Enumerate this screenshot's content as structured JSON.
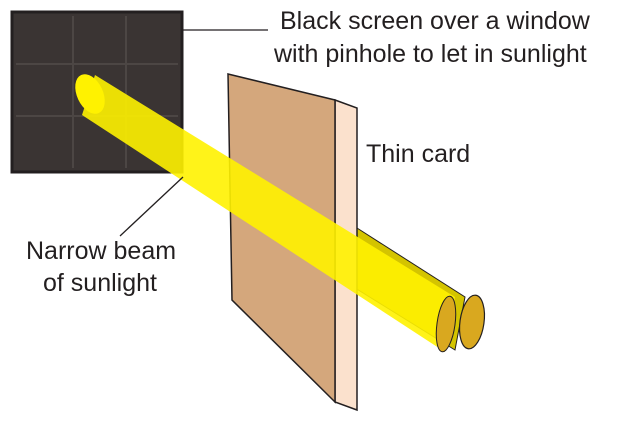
{
  "labels": {
    "screen_line1": "Black screen over a window",
    "screen_line2": "with pinhole to let in sunlight",
    "card": "Thin card",
    "beam_line1": "Narrow beam",
    "beam_line2": "of sunlight"
  },
  "colors": {
    "screen": "#3a3433",
    "screen_grid": "#4c4644",
    "card_face": "#d4a77c",
    "card_edge": "#fbe1cd",
    "beam": "#fff200",
    "beam_shadow": "#d4c400",
    "beam_cut": "#d9a81f",
    "outline": "#231f20"
  }
}
